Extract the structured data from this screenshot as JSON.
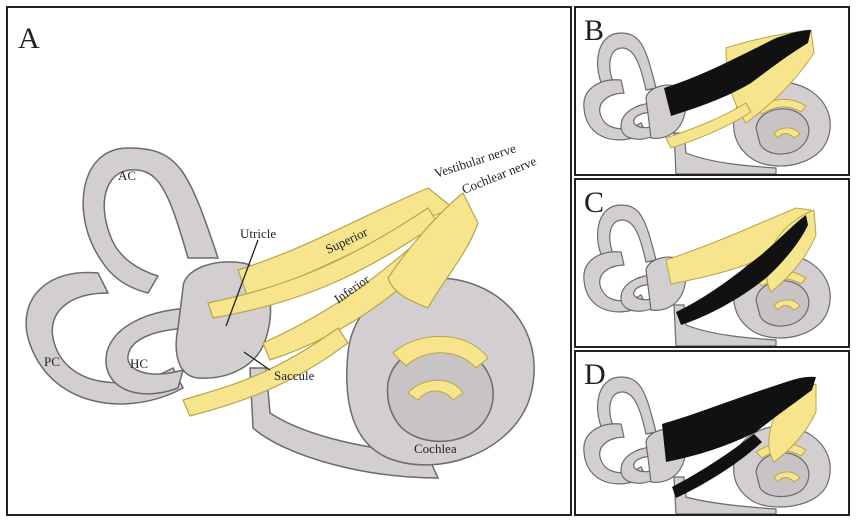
{
  "panels": {
    "a": {
      "letter": "A"
    },
    "b": {
      "letter": "B"
    },
    "c": {
      "letter": "C"
    },
    "d": {
      "letter": "D"
    }
  },
  "labels": {
    "ac": "AC",
    "pc": "PC",
    "hc": "HC",
    "utricle": "Utricle",
    "saccule": "Saccule",
    "superior": "Superior",
    "inferior": "Inferior",
    "vestibular_nerve": "Vestibular nerve",
    "cochlear_nerve": "Cochlear nerve",
    "cochlea": "Cochlea"
  },
  "colors": {
    "bone": "#d3cfd0",
    "bone_stroke": "#6b6b6b",
    "nerve": "#f6e58c",
    "nerve_stroke": "#b8a54a",
    "lesion": "#111111"
  }
}
